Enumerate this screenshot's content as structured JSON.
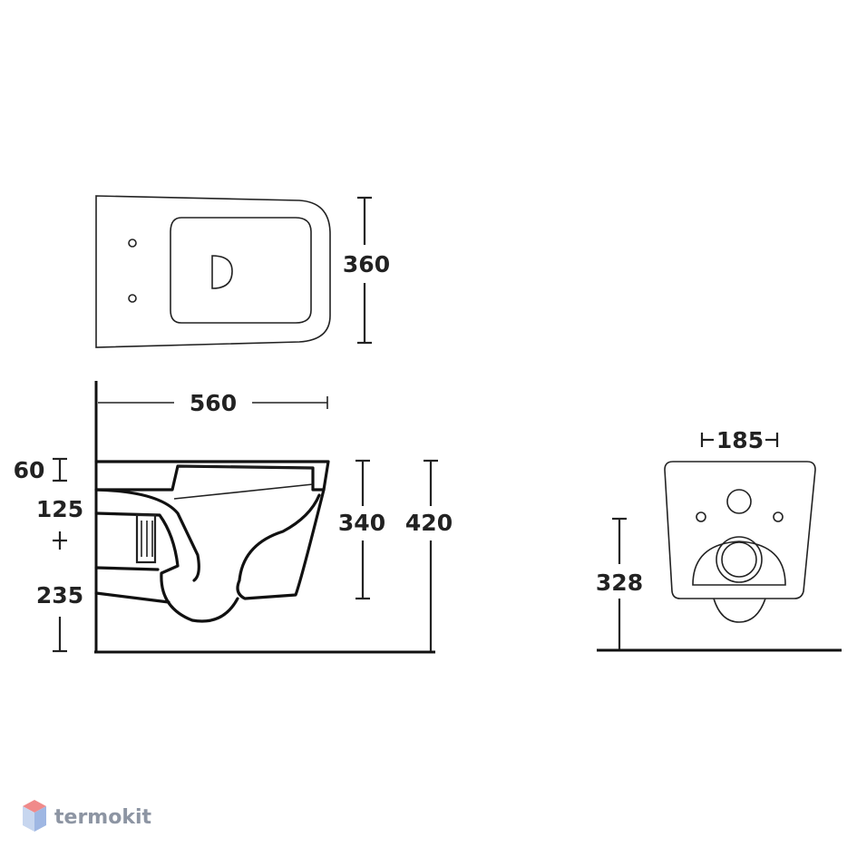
{
  "dimensions": {
    "top_depth": "360",
    "length": "560",
    "rim_offset": "60",
    "inlet_height": "125",
    "outlet_height": "235",
    "bowl_height": "340",
    "total_height": "420",
    "fixing_width": "185",
    "fixing_height": "328"
  },
  "brand": {
    "name": "termokit",
    "colors": {
      "top": "#f08a8a",
      "left": "#c7d6ef",
      "right": "#9fb7e3",
      "text": "#8d95a3"
    }
  },
  "icons": {
    "logo": "hexagon-cube-icon"
  }
}
